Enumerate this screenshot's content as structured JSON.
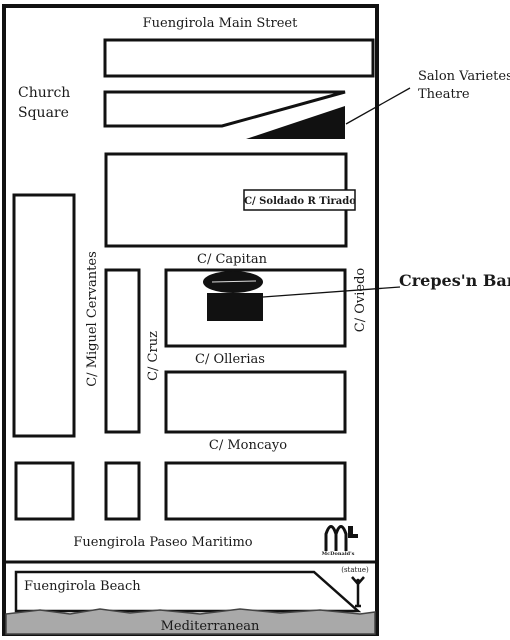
{
  "streets": {
    "main_street": "Fuengirola Main Street",
    "capitan": "C/ Capitan",
    "soldado": "C/ Soldado R Tirado",
    "miguel_cervantes": "C/ Miguel Cervantes",
    "cruz": "C/ Cruz",
    "oviedo": "C/ Oviedo",
    "ollerias": "C/ Ollerias",
    "moncayo": "C/ Moncayo",
    "paseo": "Fuengirola Paseo Maritimo"
  },
  "places": {
    "church_square_line1": "Church",
    "church_square_line2": "Square",
    "salon_line1": "Salon Varietes",
    "salon_line2": "Theatre",
    "crepes": "Crepes'n Bar",
    "beach": "Fuengirola Beach",
    "sea": "Mediterranean",
    "statue": "(statue)",
    "mcdonalds": "McDonald's"
  },
  "colors": {
    "ink": "#111111",
    "sea": "#a9a9a9",
    "background": "#ffffff"
  }
}
